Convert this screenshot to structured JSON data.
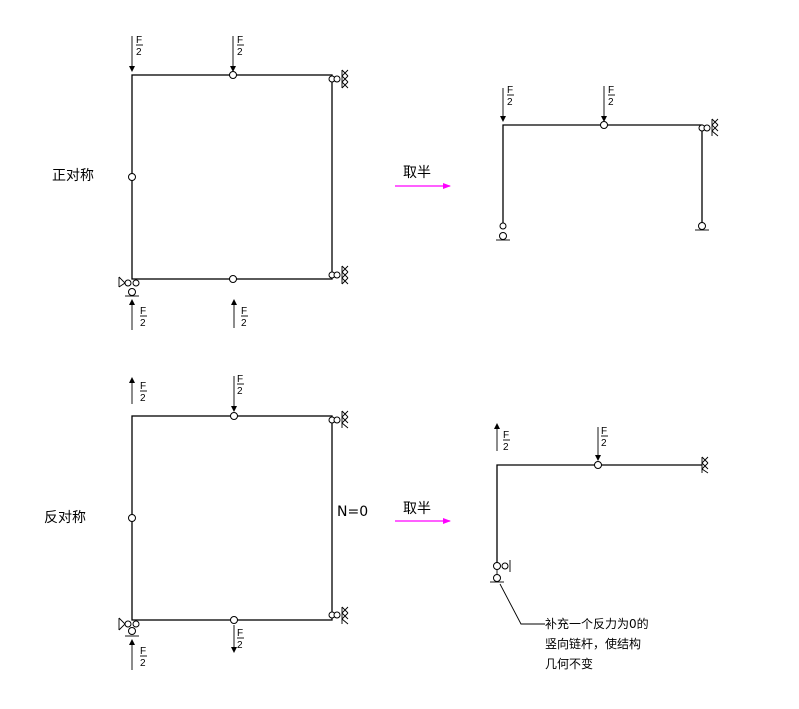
{
  "labels": {
    "symmetric": "正对称",
    "antisymmetric": "反对称",
    "take_half_top": "取半",
    "take_half_bottom": "取半",
    "axial_force": "N=0",
    "load_numerator": "F",
    "load_denominator": "2"
  },
  "note_lines": [
    "补充一个反力为0的",
    "竖向链杆，使结构",
    "几何不变"
  ],
  "colors": {
    "arrow": "#ff00ff",
    "line": "#000000"
  }
}
